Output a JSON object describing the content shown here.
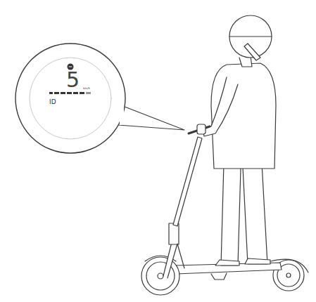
{
  "diagram": {
    "labels": [
      "5",
      "km/h",
      "ID"
    ]
  }
}
